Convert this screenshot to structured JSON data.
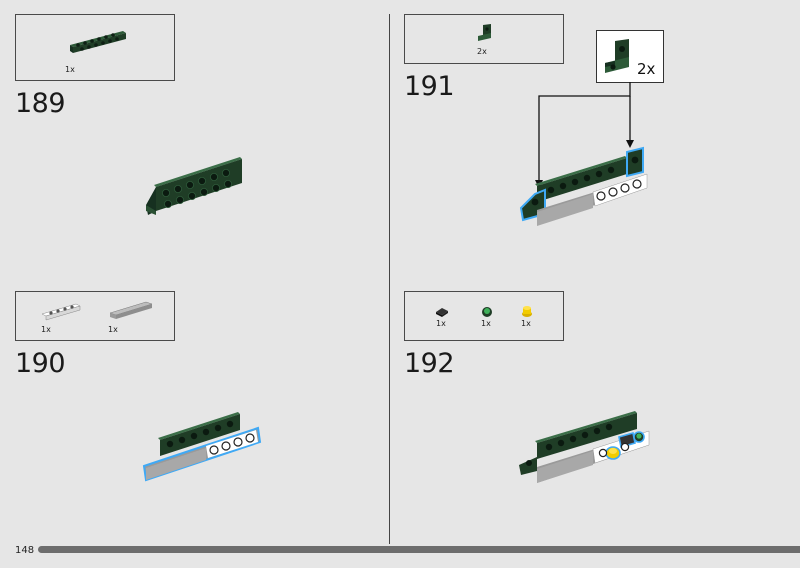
{
  "page": {
    "number": "148"
  },
  "steps": [
    {
      "number": "189",
      "parts": [
        {
          "name": "dark-green-bracket-plate",
          "qty": "1x"
        }
      ]
    },
    {
      "number": "190",
      "parts": [
        {
          "name": "white-plate-1x4",
          "qty": "1x"
        },
        {
          "name": "grey-tile-1x6",
          "qty": "1x"
        }
      ]
    },
    {
      "number": "191",
      "parts": [
        {
          "name": "dark-green-bracket-1x1",
          "qty": "2x"
        }
      ],
      "callout_qty": "2x"
    },
    {
      "number": "192",
      "parts": [
        {
          "name": "black-tile-1x1",
          "qty": "1x"
        },
        {
          "name": "green-round-plate-1x1",
          "qty": "1x"
        },
        {
          "name": "yellow-round-stud",
          "qty": "1x"
        }
      ]
    }
  ],
  "colors": {
    "background": "#e6e6e6",
    "dark_green": "#1f3d26",
    "highlight_blue": "#3fa9f5",
    "grey_tile": "#a8a8a8"
  }
}
